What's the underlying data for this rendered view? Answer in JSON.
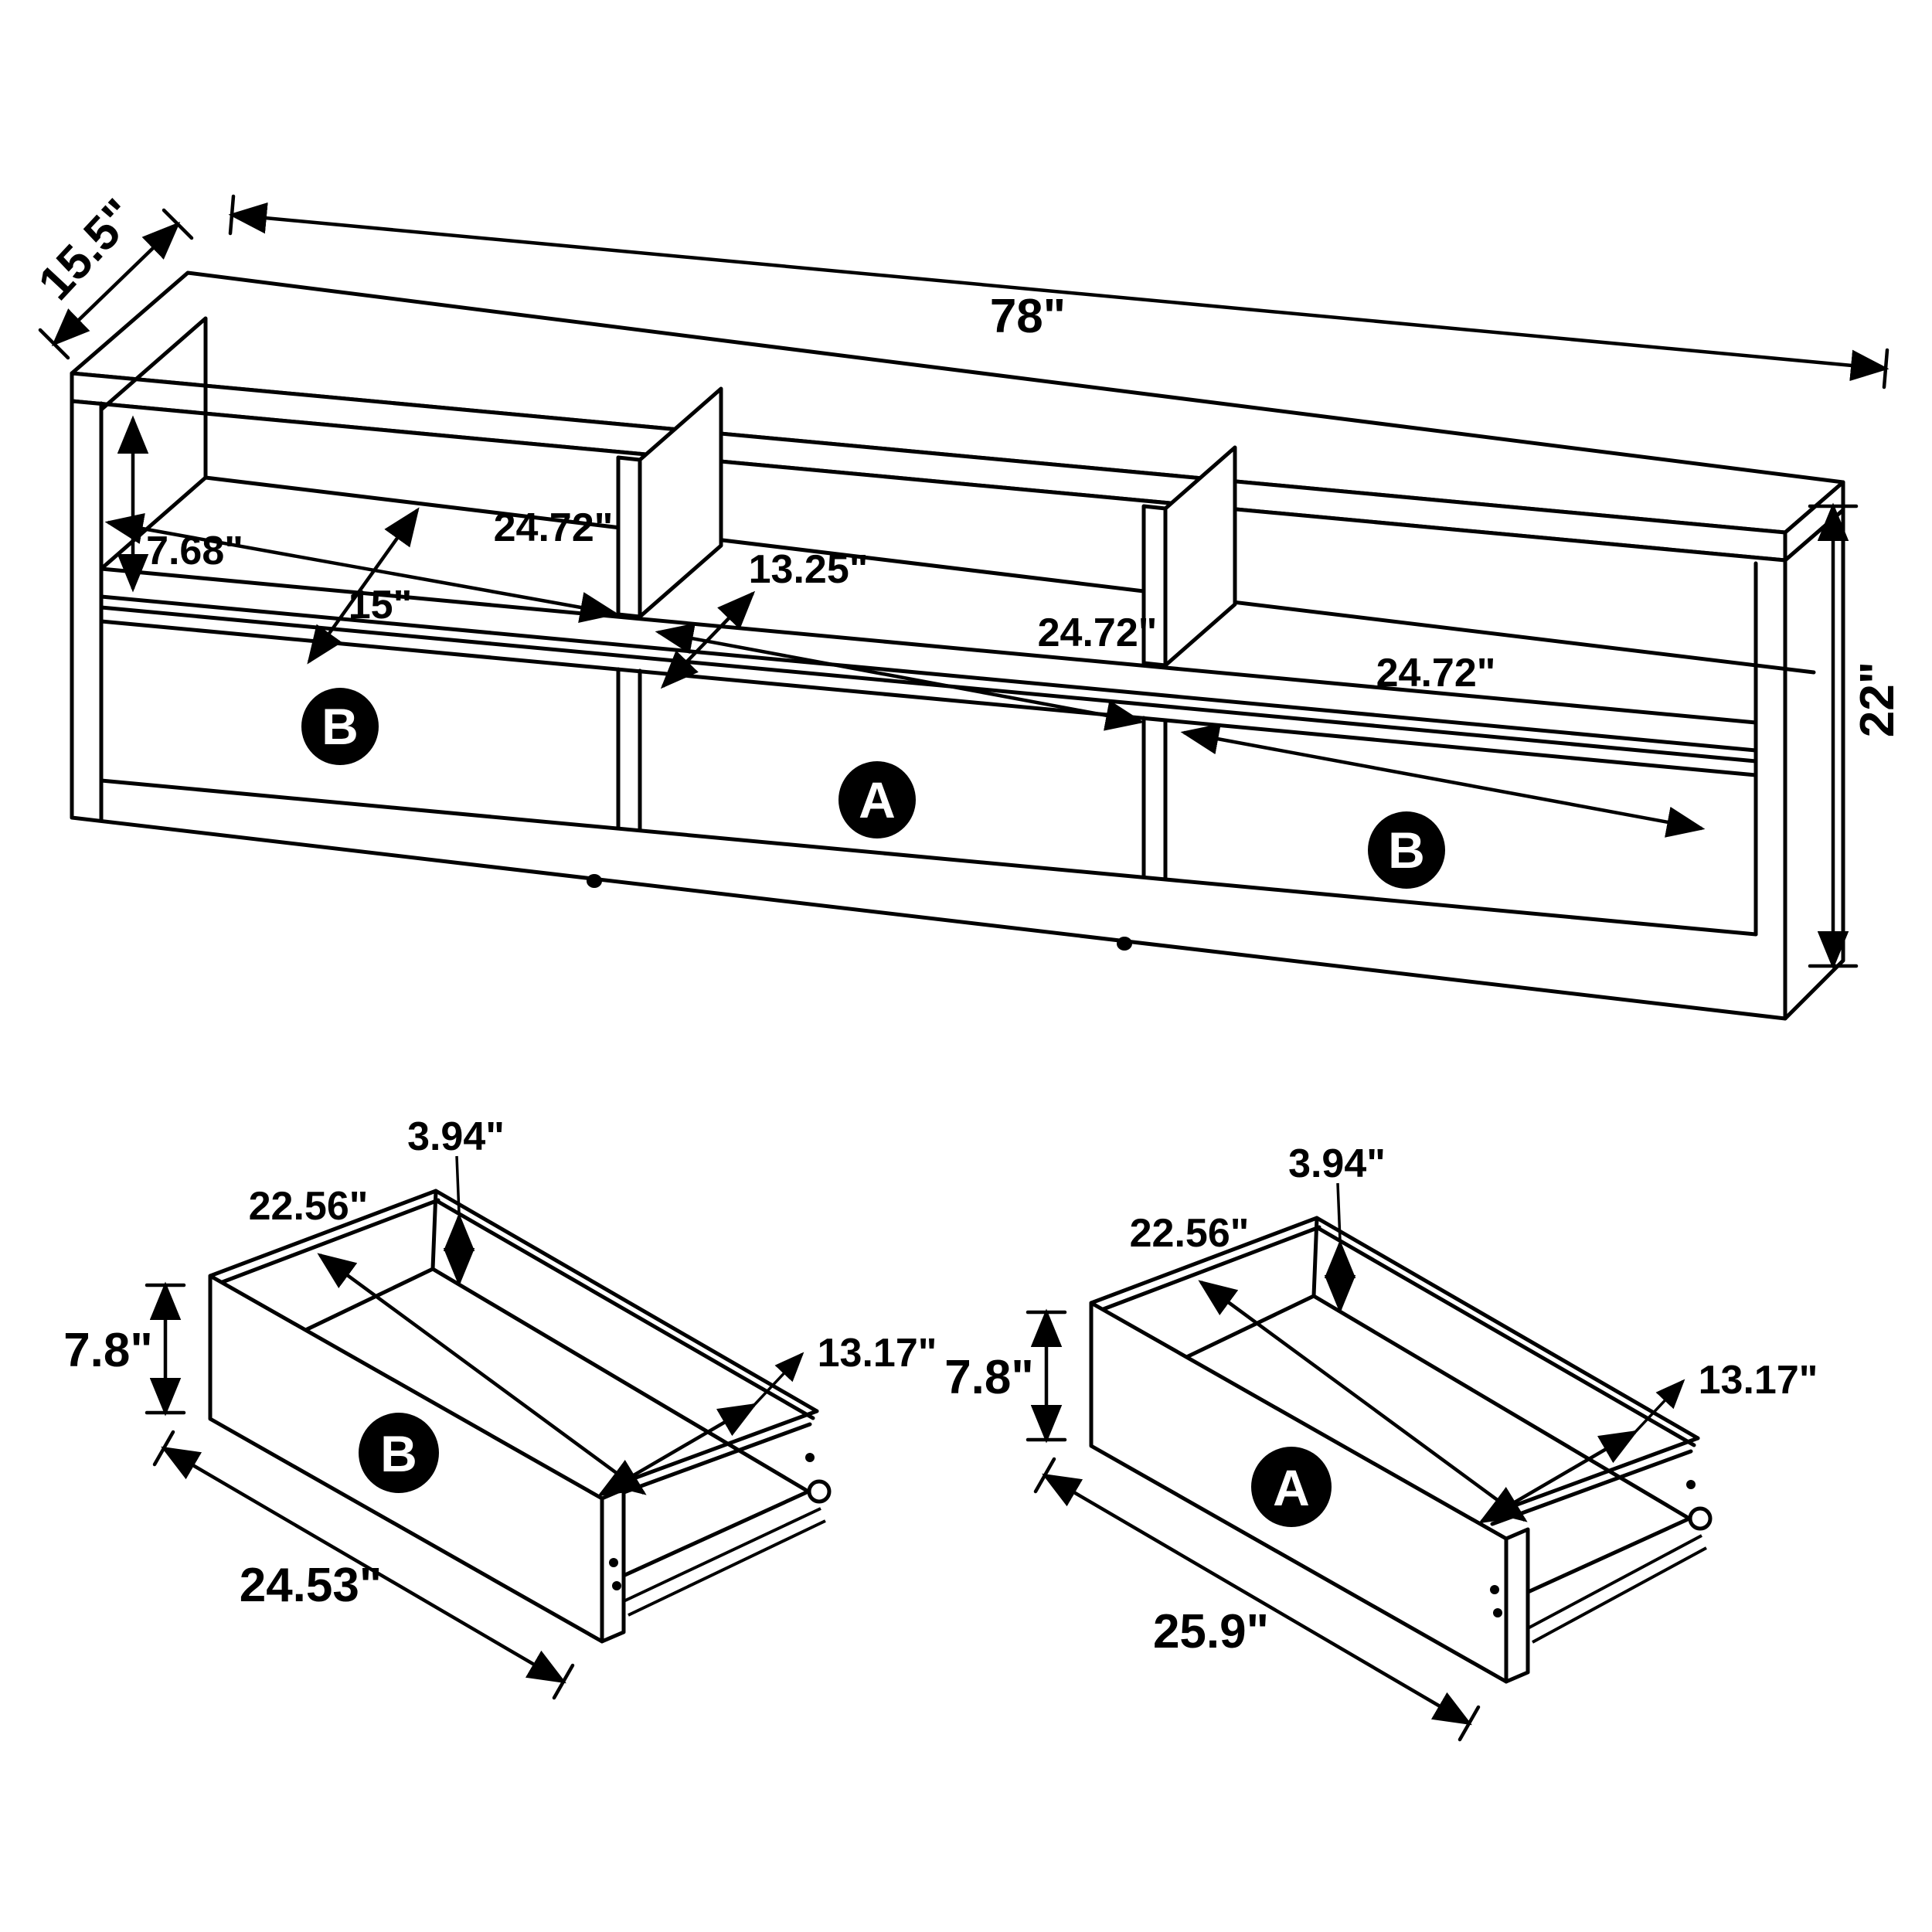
{
  "diagram": {
    "console": {
      "width": "78\"",
      "depth": "15.5\"",
      "height": "22\"",
      "opening_height": "7.68\"",
      "shelf_depth": "15\"",
      "divider_depth": "13.25\"",
      "compartment_width_1": "24.72\"",
      "compartment_width_2": "24.72\"",
      "compartment_width_3": "24.72\"",
      "badge_left": "B",
      "badge_middle": "A",
      "badge_right": "B"
    },
    "drawer_b": {
      "badge": "B",
      "inner_height": "3.94\"",
      "inner_length": "22.56\"",
      "front_height": "7.8\"",
      "inner_width": "13.17\"",
      "front_width": "24.53\""
    },
    "drawer_a": {
      "badge": "A",
      "inner_height": "3.94\"",
      "inner_length": "22.56\"",
      "front_height": "7.8\"",
      "inner_width": "13.17\"",
      "front_width": "25.9\""
    },
    "colors": {
      "line": "#000000",
      "background": "#ffffff",
      "badge_fill": "#000000",
      "badge_text": "#ffffff"
    }
  }
}
